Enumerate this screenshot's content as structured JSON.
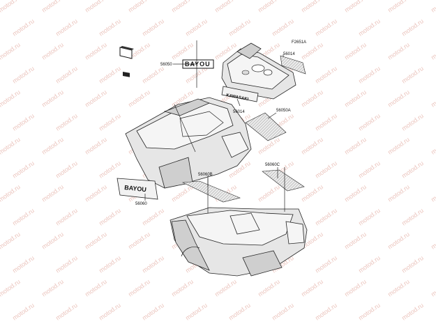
{
  "figure_code": "F2651A",
  "watermark_text": "motod.ru",
  "part_labels": [
    "56050",
    "56014",
    "56014",
    "56050A",
    "56060B",
    "56060C",
    "56060"
  ],
  "decal_texts": {
    "bayou_top": "BAYOU",
    "bayou_side": "BAYOU",
    "kawasaki": "KAWASAKI"
  }
}
